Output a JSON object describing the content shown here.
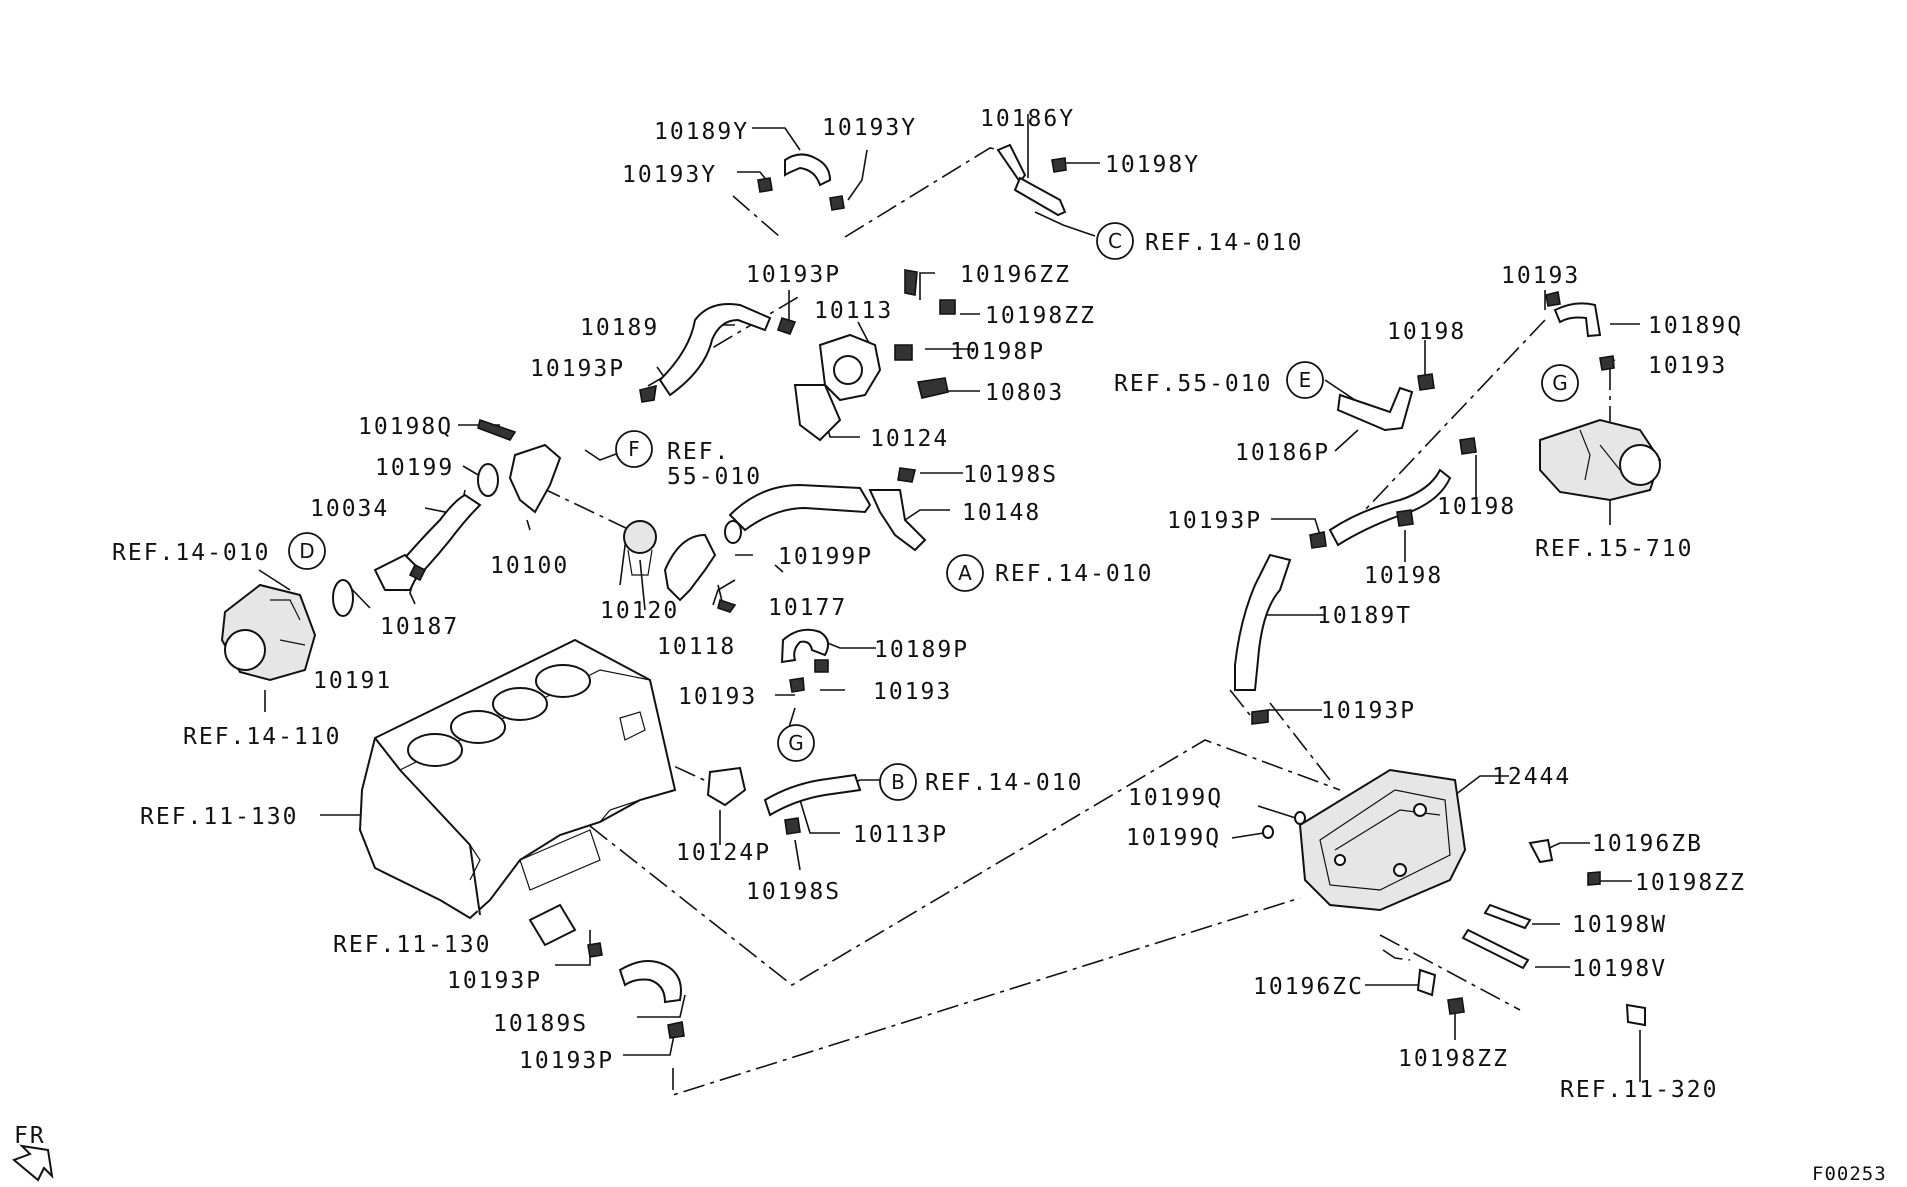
{
  "labels": {
    "p10189Y": "10189Y",
    "p10193Y_a": "10193Y",
    "p10193Y_b": "10193Y",
    "p10186Y": "10186Y",
    "p10198Y": "10198Y",
    "refC": "REF.14-010",
    "p10193P_top": "10193P",
    "p10196ZZ": "10196ZZ",
    "p10113": "10113",
    "p10198ZZ_top": "10198ZZ",
    "p10189": "10189",
    "p10198P": "10198P",
    "p10193P_left": "10193P",
    "p10803": "10803",
    "p10124": "10124",
    "p10198Q": "10198Q",
    "refF_1": "REF.",
    "refF_2": "55-010",
    "p10199": "10199",
    "p10198S_top": "10198S",
    "p10034": "10034",
    "p10148": "10148",
    "refD": "REF.14-010",
    "p10100": "10100",
    "p10199P": "10199P",
    "refA": "REF.14-010",
    "p10120": "10120",
    "p10177": "10177",
    "p10187": "10187",
    "p10118": "10118",
    "p10191": "10191",
    "p10189P": "10189P",
    "p10193_mid_a": "10193",
    "p10193_mid_b": "10193",
    "ref14110": "REF.14-110",
    "refB": "REF.14-010",
    "ref11130_a": "REF.11-130",
    "p10124P": "10124P",
    "p10113P": "10113P",
    "p10198S_bot": "10198S",
    "ref11130_b": "REF.11-130",
    "p10193P_b1": "10193P",
    "p10189S": "10189S",
    "p10193P_b2": "10193P",
    "p10193_r1": "10193",
    "p10189Q": "10189Q",
    "p10198_r1": "10198",
    "p10193_r2": "10193",
    "refE": "REF.55-010",
    "p10186P": "10186P",
    "p10198_r2": "10198",
    "p10193P_r": "10193P",
    "p10198_r3": "10198",
    "ref15710": "REF.15-710",
    "p10189T": "10189T",
    "p10193P_r2": "10193P",
    "p12444": "12444",
    "p10199Q_a": "10199Q",
    "p10199Q_b": "10199Q",
    "p10196ZB": "10196ZB",
    "p10198ZZ_r": "10198ZZ",
    "p10198W": "10198W",
    "p10198V": "10198V",
    "p10196ZC": "10196ZC",
    "p10198ZZ_b": "10198ZZ",
    "ref11320": "REF.11-320",
    "fr": "FR",
    "figure_id": "F00253"
  },
  "callouts": {
    "A": "A",
    "B": "B",
    "C": "C",
    "D": "D",
    "E": "E",
    "F": "F",
    "G_left": "G",
    "G_right": "G"
  }
}
